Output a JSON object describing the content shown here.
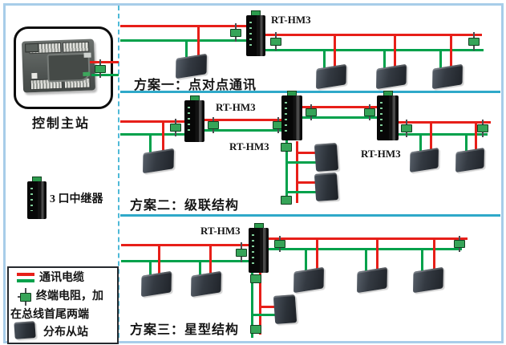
{
  "left_panel": {
    "master_label": "控制主站",
    "repeater_label": "3 口中继器"
  },
  "device_model": "RT-HM3",
  "schemes": {
    "one_title": "方案一：点对点通讯",
    "two_title": "方案二：级联结构",
    "three_title": "方案三：星型结构"
  },
  "legend": {
    "cable_label": "通讯电缆",
    "terminator_line1": "终端电阻，加",
    "terminator_line2": "在总线首尾两端",
    "slave_label": "分布从站"
  },
  "icons": {
    "master_device": "plc-device",
    "repeater_device": "rt-hm3-repeater",
    "slave_device": "slave-station-box",
    "terminal_resistor": "green-resistor-block",
    "cable_pair": "red-green-cable"
  },
  "colors": {
    "cable_red": "#e71f19",
    "cable_green": "#00a14b",
    "separator_cyan": "#2fa9c9",
    "divider_cyan": "#4fb9d7",
    "frame_blue": "#a8cde9",
    "resistor_green": "#36a458"
  }
}
